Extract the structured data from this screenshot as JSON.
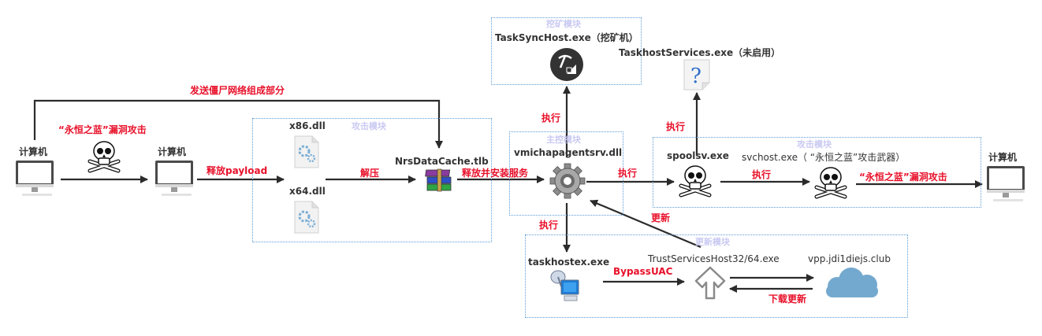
{
  "modules": {
    "mining": {
      "title": "挖矿模块"
    },
    "attack_left": {
      "title": "攻击模块"
    },
    "main_control": {
      "title": "主控模块"
    },
    "attack_right": {
      "title": "攻击模块"
    },
    "update": {
      "title": "更新模块"
    }
  },
  "nodes": {
    "computer_source": {
      "label": "计算机",
      "icon": "computer-icon"
    },
    "computer_victim": {
      "label": "计算机",
      "icon": "computer-icon"
    },
    "x86_dll": {
      "label": "x86.dll",
      "icon": "dll-file-icon"
    },
    "x64_dll": {
      "label": "x64.dll",
      "icon": "dll-file-icon"
    },
    "nrsdatacache": {
      "label": "NrsDataCache.tlb",
      "icon": "archive-icon"
    },
    "vmichapagentsrv": {
      "label": "vmichapagentsrv.dll",
      "icon": "gear-icon"
    },
    "tasksynchost": {
      "label": "TaskSyncHost.exe（挖矿机）",
      "icon": "mining-pickaxe-icon"
    },
    "taskhostservices": {
      "label": "TaskhostServices.exe（未启用）",
      "icon": "unknown-file-icon"
    },
    "spoolsv": {
      "label": "spoolsv.exe",
      "icon": "skull-icon"
    },
    "svchost": {
      "label": "svchost.exe（ “永恒之蓝”攻击武器）",
      "icon": "skull-icon"
    },
    "computer_target": {
      "label": "计算机",
      "icon": "computer-icon"
    },
    "taskhostex": {
      "label": "taskhostex.exe",
      "icon": "network-computer-icon"
    },
    "trustserviceshost": {
      "label": "TrustServicesHost32/64.exe",
      "icon": "upload-arrow-icon"
    },
    "c2_server": {
      "label": "vpp.jdi1diejs.club",
      "icon": "cloud-icon"
    }
  },
  "edges": {
    "send_botnet": "发送僵尸网络组成部分",
    "eternalblue_left": "“永恒之蓝”漏洞攻击",
    "release_payload": "释放payload",
    "decompress": "解压",
    "release_install": "释放并安装服务",
    "exec_mining": "执行",
    "exec_spoolsv": "执行",
    "exec_taskhostservices": "执行",
    "exec_svchost": "执行",
    "eternalblue_right": "“永恒之蓝”漏洞攻击",
    "exec_taskhostex": "执行",
    "update": "更新",
    "bypass_uac": "BypassUAC",
    "download_update": "下载更新"
  },
  "colors": {
    "edge_label": "#e8102a",
    "module_border": "#5b9bd5",
    "module_title": "#c9c9f2",
    "wire": "#2b2b2b"
  }
}
